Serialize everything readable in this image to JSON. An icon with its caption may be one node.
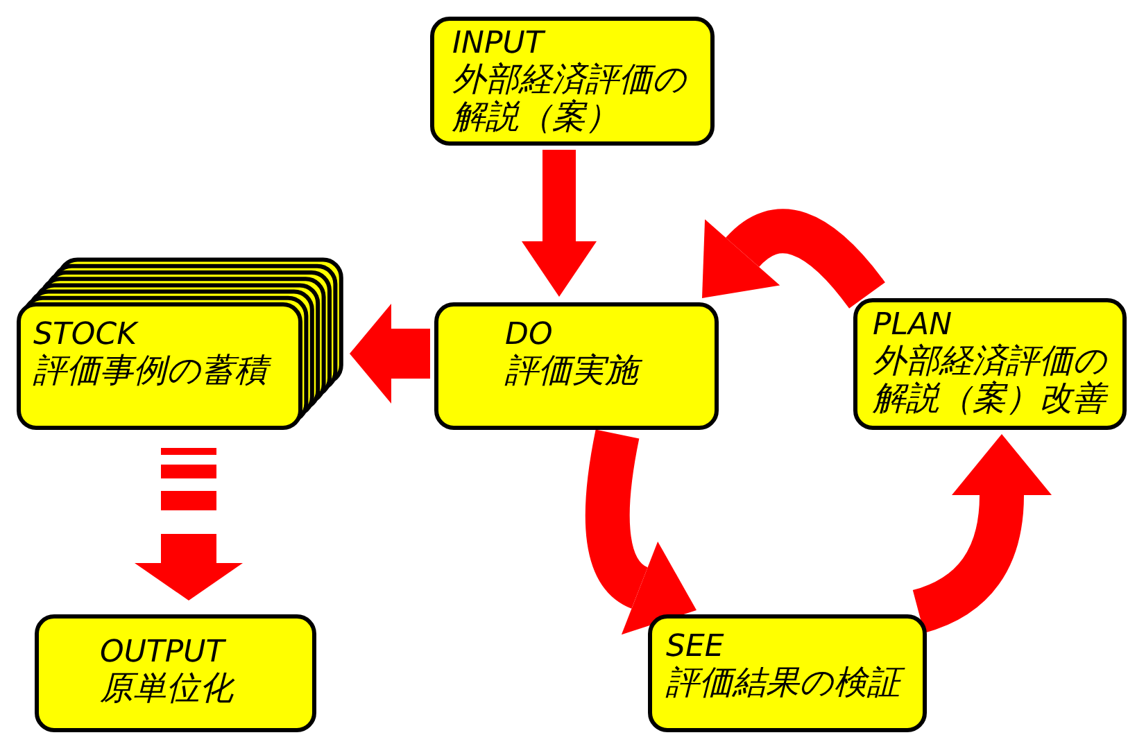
{
  "diagram": {
    "nodes": [
      {
        "text": [
          "INPUT",
          "外部経済評価の解説（案）"
        ]
      },
      {
        "text": [
          "STOCK",
          "評価事例の蓄積"
        ]
      },
      {
        "text": [
          "DO",
          "評価実施"
        ]
      },
      {
        "text": [
          "PLAN",
          "外部経済評価の解説（案）改善"
        ]
      },
      {
        "text": [
          "OUTPUT",
          "原単位化"
        ]
      },
      {
        "text": [
          "SEE",
          "評価結果の検証"
        ]
      }
    ],
    "edges": [
      {
        "from": 0,
        "to": 2,
        "arrow": "to"
      },
      {
        "from": 2,
        "to": 1,
        "arrow": "to"
      },
      {
        "from": 1,
        "to": 4,
        "arrow": "to",
        "style": "dashed"
      },
      {
        "from": 2,
        "to": 5,
        "arrow": "to"
      },
      {
        "from": 5,
        "to": 3,
        "arrow": "to"
      },
      {
        "from": 3,
        "to": 2,
        "arrow": "to"
      }
    ]
  }
}
